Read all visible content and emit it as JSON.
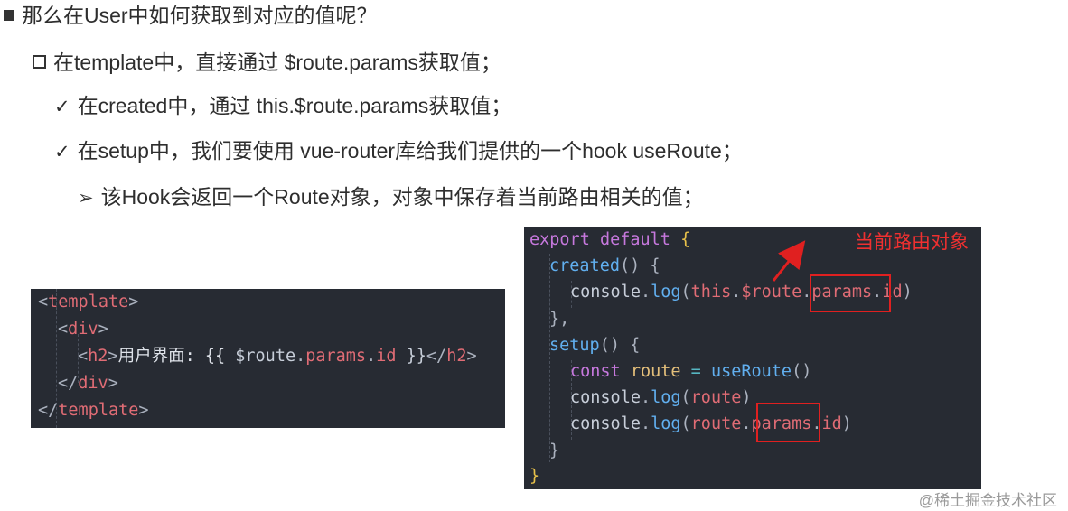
{
  "bullets": {
    "l1": "那么在User中如何获取到对应的值呢？",
    "l2": "在template中，直接通过 $route.params获取值；",
    "l3a": "在created中，通过 this.$route.params获取值；",
    "l3b": "在setup中，我们要使用 vue-router库给我们提供的一个hook useRoute；",
    "l4": "该Hook会返回一个Route对象，对象中保存着当前路由相关的值；",
    "check_mark": "✓",
    "arrow_mark": "➢"
  },
  "template_code": {
    "l1": [
      "<",
      "template",
      ">"
    ],
    "l2": [
      "<",
      "div",
      ">"
    ],
    "l3": [
      "<",
      "h2",
      ">",
      "用户界面: {{ ",
      "$route",
      ".",
      "params",
      ".",
      "id",
      " }}",
      "</",
      "h2",
      ">"
    ],
    "l4": [
      "</",
      "div",
      ">"
    ],
    "l5": [
      "</",
      "template",
      ">"
    ]
  },
  "js_code": {
    "l1": [
      "export",
      " ",
      "default",
      " ",
      "{"
    ],
    "l2": [
      "created",
      "()",
      " ",
      "{"
    ],
    "l3": [
      "console",
      ".",
      "log",
      "(",
      "this",
      ".",
      "$route",
      ".",
      "params",
      ".",
      "id",
      ")"
    ],
    "l4": [
      "}",
      ","
    ],
    "l5": [
      "setup",
      "()",
      " ",
      "{"
    ],
    "l6": [
      "const",
      " ",
      "route",
      " = ",
      "useRoute",
      "()"
    ],
    "l7": [
      "console",
      ".",
      "log",
      "(",
      "route",
      ")"
    ],
    "l8": [
      "console",
      ".",
      "log",
      "(",
      "route",
      ".",
      "params",
      ".",
      "id",
      ")"
    ],
    "l9": [
      "}"
    ],
    "l10": [
      "}"
    ]
  },
  "annotation": "当前路由对象",
  "watermark": "@稀土掘金技术社区",
  "colors": {
    "annotation_red": "#e02020",
    "code_bg": "#272b33"
  }
}
